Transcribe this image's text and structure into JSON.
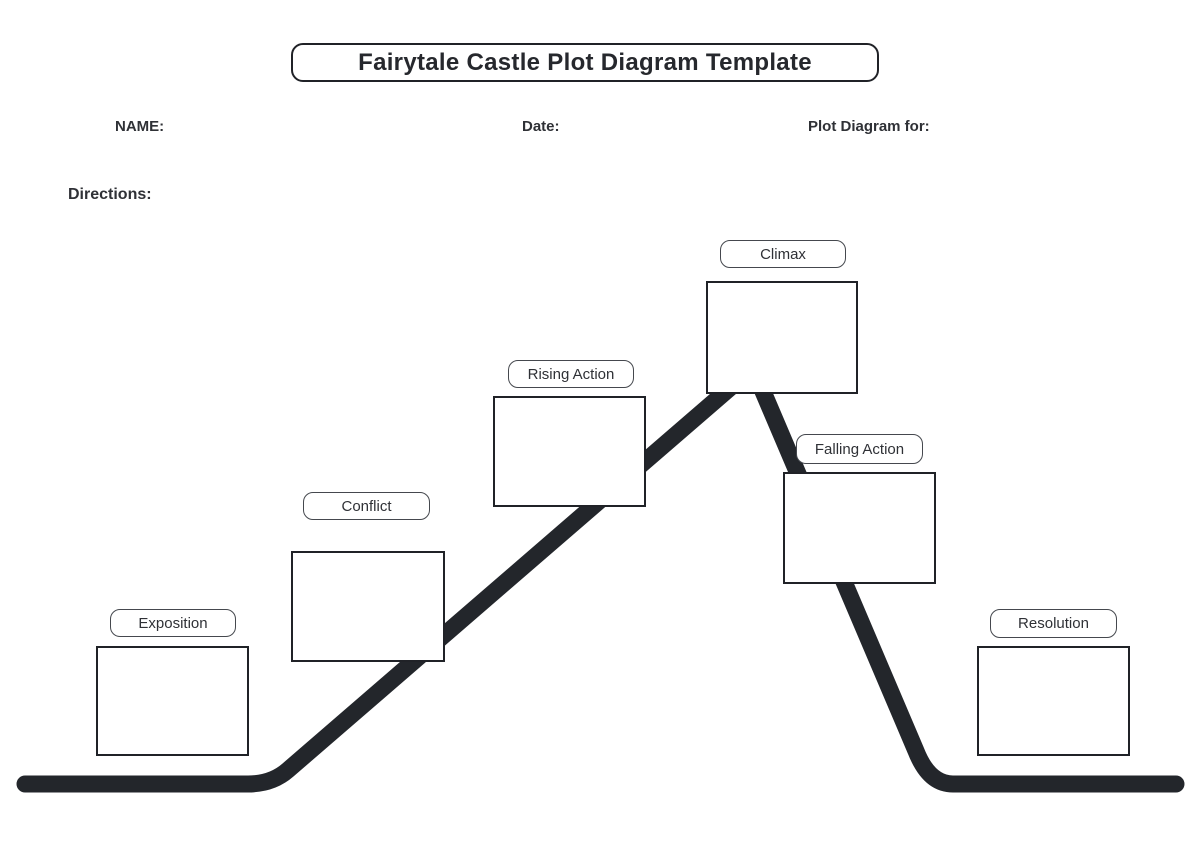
{
  "title": "Fairytale Castle Plot Diagram Template",
  "header": {
    "name_label": "NAME:",
    "date_label": "Date:",
    "plot_for_label": "Plot Diagram for:",
    "directions_label": "Directions:"
  },
  "stages": [
    {
      "label": "Exposition"
    },
    {
      "label": "Conflict"
    },
    {
      "label": "Rising Action"
    },
    {
      "label": "Climax"
    },
    {
      "label": "Falling Action"
    },
    {
      "label": "Resolution"
    }
  ],
  "colors": {
    "ink": "#23262b",
    "box_border": "#202227",
    "label_border": "#45484e",
    "text": "#26282d"
  }
}
